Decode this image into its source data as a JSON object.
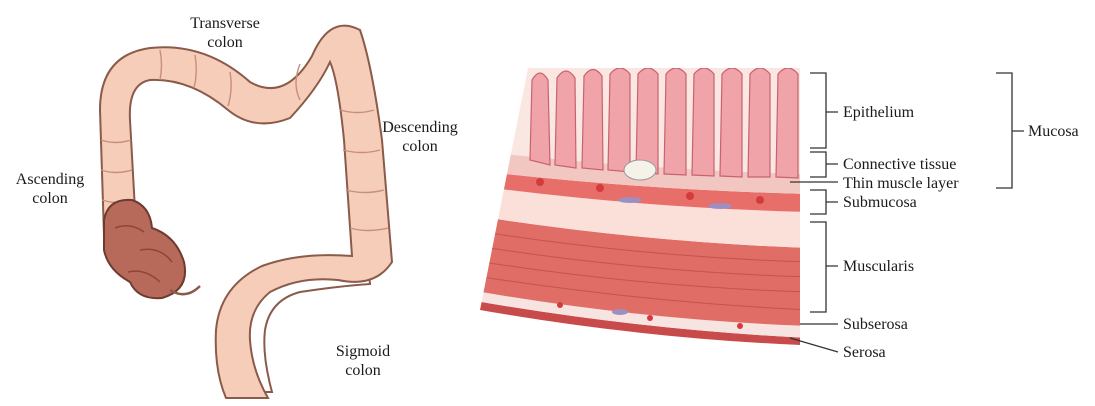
{
  "colon_labels": {
    "transverse": [
      "Transverse",
      "colon"
    ],
    "descending": [
      "Descending",
      "colon"
    ],
    "ascending": [
      "Ascending",
      "colon"
    ],
    "sigmoid": [
      "Sigmoid",
      "colon"
    ]
  },
  "wall_labels": {
    "epithelium": "Epithelium",
    "connective": "Connective tissue",
    "thin_muscle": "Thin muscle layer",
    "submucosa": "Submucosa",
    "muscularis": "Muscularis",
    "subserosa": "Subserosa",
    "serosa": "Serosa",
    "mucosa": "Mucosa"
  },
  "colors": {
    "colon_fill": "#f6cdb8",
    "colon_outline": "#8a5a4a",
    "mass_fill": "#b86a5a",
    "villi_fill": "#f0a3a8",
    "muscle_fill": "#e06d66",
    "submucosa_fill": "#fae0d8",
    "bracket": "#333333"
  }
}
